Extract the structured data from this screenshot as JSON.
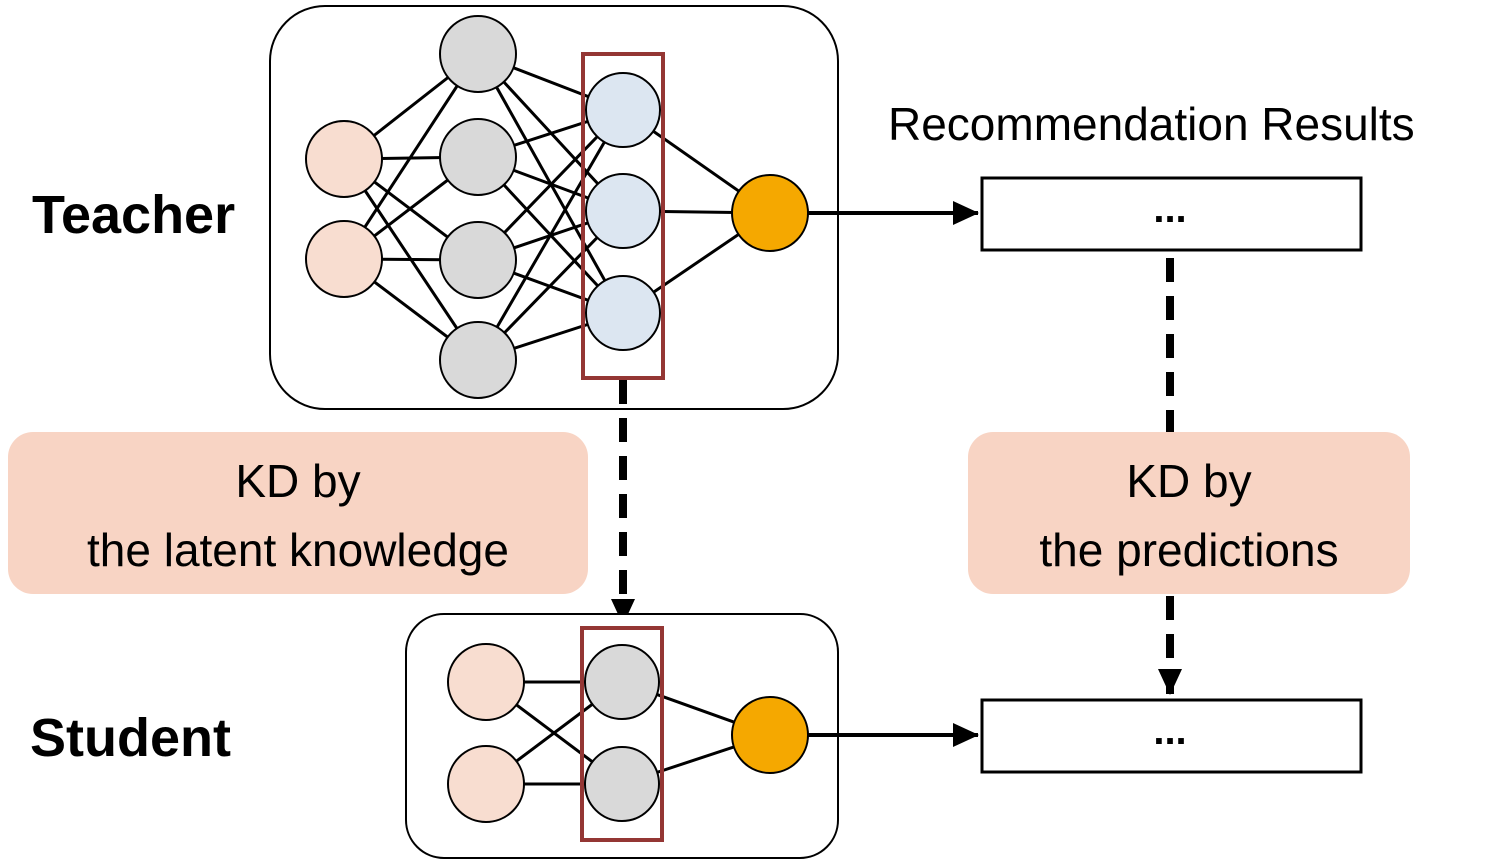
{
  "labels": {
    "teacher": "Teacher",
    "student": "Student",
    "recommendation_results": "Recommendation Results",
    "teacher_result_box": "...",
    "student_result_box": "..."
  },
  "kd_latent": {
    "line1": "KD by",
    "line2": "the latent knowledge"
  },
  "kd_predictions": {
    "line1": "KD  by",
    "line2": "the predictions"
  },
  "colors": {
    "input_node": "#F8DDD0",
    "hidden_node": "#D9D9D9",
    "latent_node": "#DCE6F1",
    "output_node": "#F5A800",
    "highlight_border": "#943634",
    "kd_box": "#F8D4C4"
  }
}
